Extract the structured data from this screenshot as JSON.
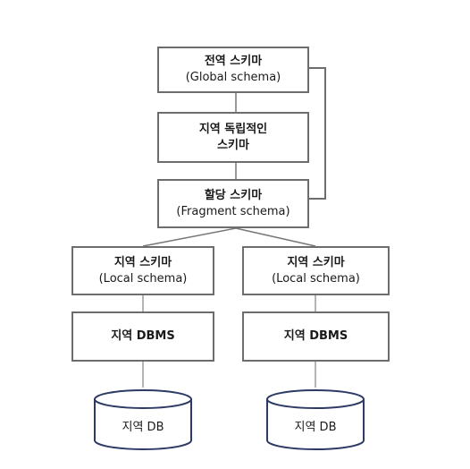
{
  "diagram": {
    "global_schema": {
      "line1": "전역 스키마",
      "line2": "(Global schema)"
    },
    "local_independent": {
      "line1": "지역 독립적인",
      "line2": "스키마"
    },
    "fragment_schema": {
      "line1": "할당 스키마",
      "line2": "(Fragment schema)"
    },
    "local_schema_left": {
      "line1": "지역 스키마",
      "line2": "(Local schema)"
    },
    "local_schema_right": {
      "line1": "지역 스키마",
      "line2": "(Local schema)"
    },
    "dbms_left": "지역 DBMS",
    "dbms_right": "지역 DBMS",
    "db_left": "지역 DB",
    "db_right": "지역 DB"
  },
  "colors": {
    "box_border": "#6d6d6d",
    "line": "#777777",
    "cylinder_border": "#2d3a66",
    "text": "#1a1a1a"
  }
}
